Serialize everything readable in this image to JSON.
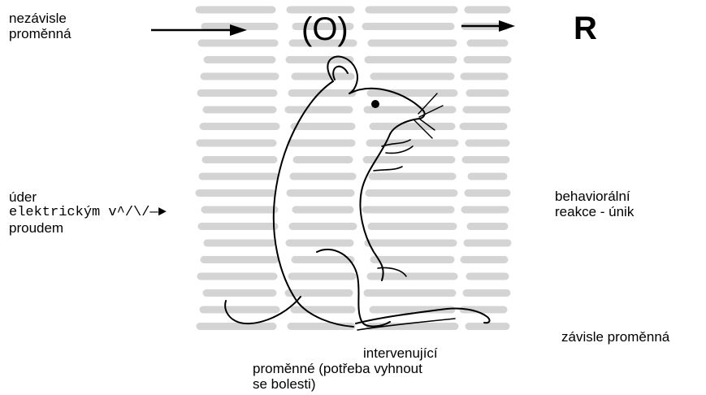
{
  "labels": {
    "independent_line1": "nezávisle",
    "independent_line2": "proměnná",
    "organism_symbol": "(O)",
    "response_symbol": "R",
    "stimulus_line1": "úder",
    "stimulus_line2": "elektrickým v^/\\/—►",
    "stimulus_line3": "proudem",
    "behavior_line1": "behaviorální",
    "behavior_line2": "reakce - únik",
    "dependent": "závisle proměnná",
    "intervening_line1": "intervenující",
    "intervening_line2": "proměnné (potřeba vyhnout",
    "intervening_line3": "se bolesti)"
  },
  "colors": {
    "ink": "#000000",
    "faded_text": "#c8c8c8"
  }
}
